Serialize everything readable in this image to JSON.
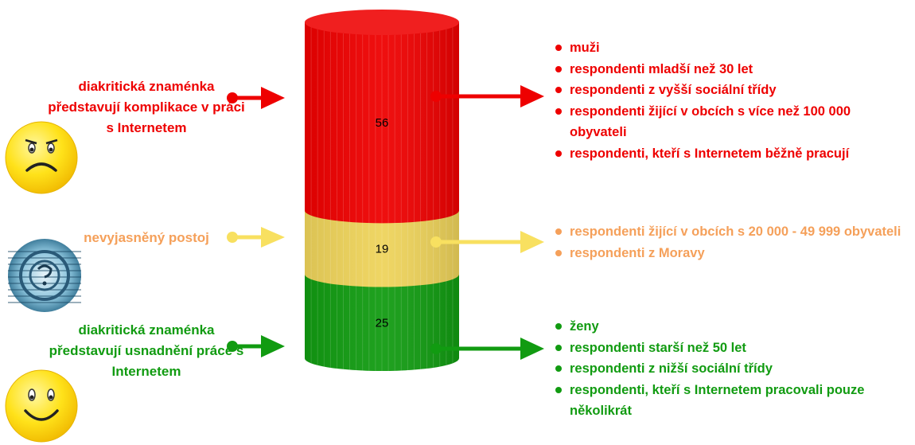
{
  "colors": {
    "red": "#ee0000",
    "yellow": "#eed35a",
    "green": "#119b11",
    "orange_text": "#f5a05a",
    "yellow_arrow": "#f8e060",
    "red_text": "#ee0000",
    "green_text": "#119b11"
  },
  "chart_data": {
    "type": "stacked-cylinder",
    "segments": [
      {
        "value": 56,
        "color": "#ee0000"
      },
      {
        "value": 19,
        "color": "#eed35a"
      },
      {
        "value": 25,
        "color": "#119b11"
      }
    ]
  },
  "left_labels": {
    "negative": "diakritická znaménka představují komplikace v práci s Internetem",
    "neutral": "nevyjasněný postoj",
    "positive": "diakritická znaménka představují usnadnění práce s Internetem"
  },
  "right_lists": {
    "negative": [
      "muži",
      "respondenti mladší než 30 let",
      "respondenti z vyšší sociální třídy",
      "respondenti žijící v obcích s více než 100 000 obyvateli",
      "respondenti, kteří s Internetem běžně pracují"
    ],
    "neutral": [
      "respondenti žijící v obcích s 20 000 - 49 999 obyvateli",
      "respondenti z Moravy"
    ],
    "positive": [
      "ženy",
      "respondenti starší než 50 let",
      "respondenti z nižší sociální třídy",
      "respondenti, kteří s Internetem pracovali pouze několikrát"
    ]
  },
  "icons": {
    "negative": "sad-face-icon",
    "neutral": "confused-face-icon",
    "positive": "happy-face-icon"
  }
}
